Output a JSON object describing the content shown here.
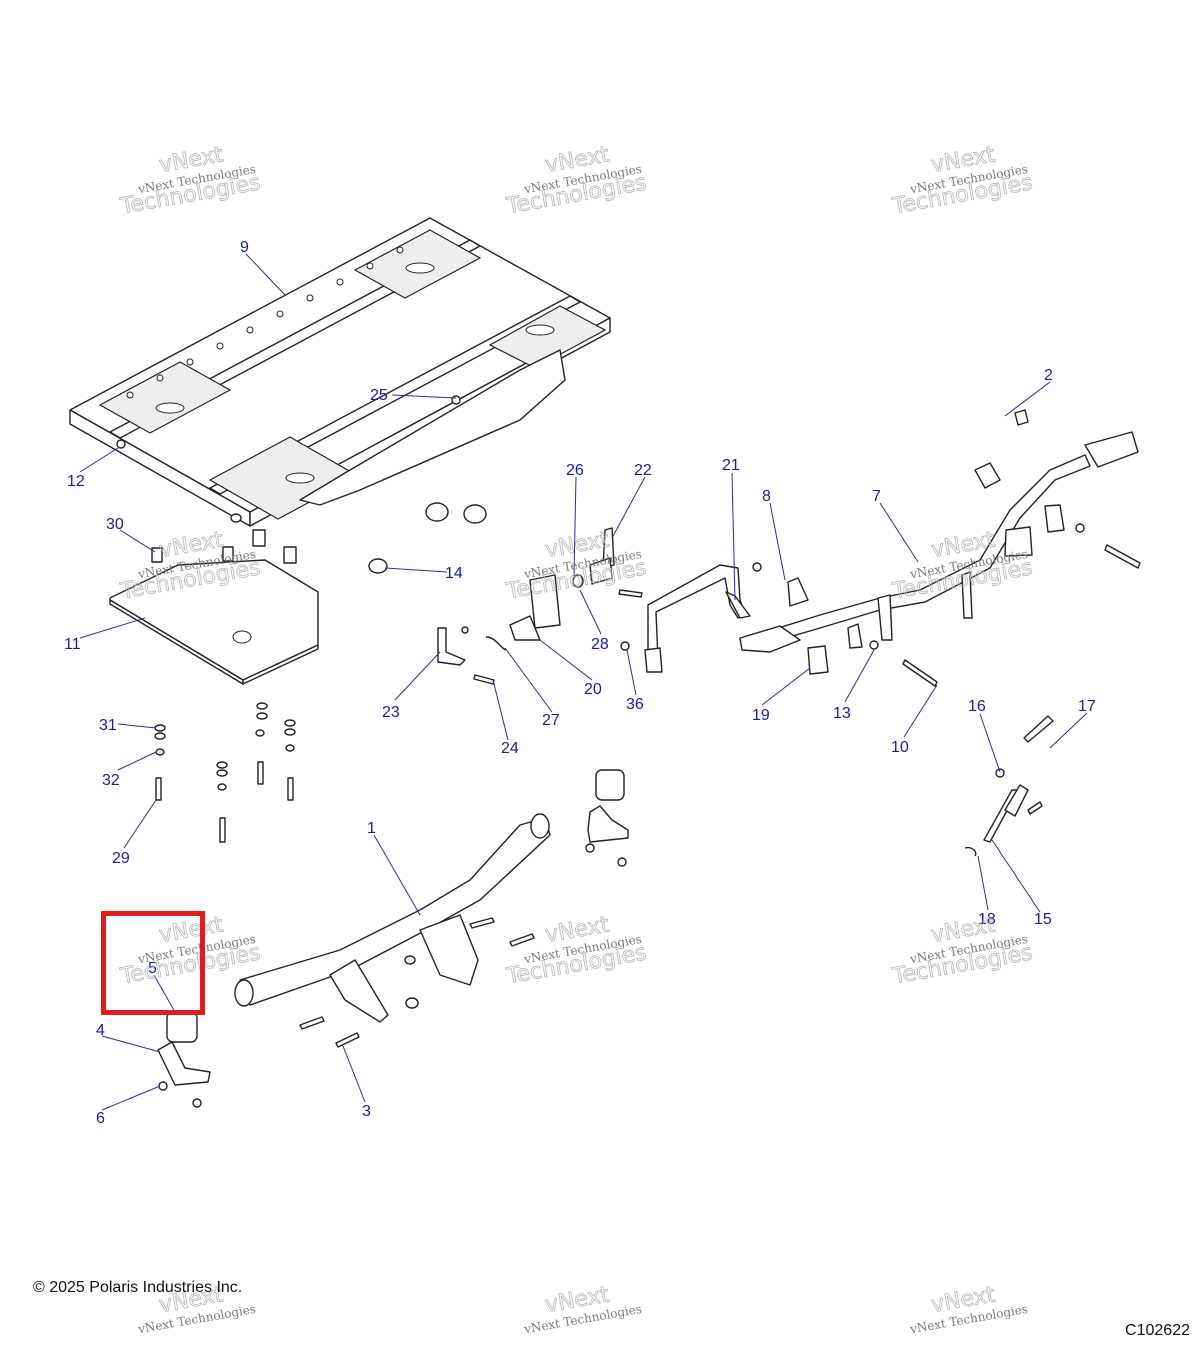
{
  "diagram": {
    "copyright": "© 2025 Polaris Industries Inc.",
    "figure_code": "C102622",
    "highlight_color": "#e01b1b",
    "callout_color": "#1a1aa8",
    "watermark": {
      "line1": "vNext Technologies",
      "line2": "Technologies",
      "line3": "vNext"
    },
    "callouts": [
      "1",
      "2",
      "3",
      "4",
      "5",
      "6",
      "7",
      "8",
      "9",
      "10",
      "11",
      "12",
      "13",
      "14",
      "15",
      "16",
      "17",
      "18",
      "19",
      "20",
      "21",
      "22",
      "23",
      "24",
      "25",
      "26",
      "27",
      "28",
      "29",
      "30",
      "31",
      "32",
      "36"
    ]
  }
}
